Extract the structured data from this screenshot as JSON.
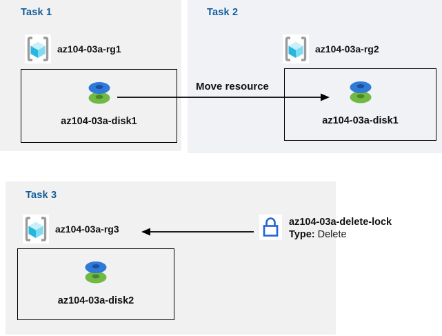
{
  "diagram": {
    "task1": {
      "title": "Task 1",
      "rg_label": "az104-03a-rg1",
      "disk_label": "az104-03a-disk1"
    },
    "task2": {
      "title": "Task 2",
      "rg_label": "az104-03a-rg2",
      "disk_label": "az104-03a-disk1"
    },
    "task3": {
      "title": "Task 3",
      "rg_label": "az104-03a-rg3",
      "disk_label": "az104-03a-disk2"
    },
    "move_arrow_label": "Move resource",
    "lock": {
      "name": "az104-03a-delete-lock",
      "type_label": "Type:",
      "type_value": "Delete"
    }
  },
  "icons": {
    "resource_group": "resource-group-icon (gray brackets with cyan cube)",
    "disk": "managed-disk-icon (blue disk stacked on green disk)",
    "lock": "lock-icon (blue outline padlock)",
    "move_arrow": "arrow-right",
    "lock_arrow": "arrow-left"
  },
  "colors": {
    "panel_gray": "#f1f1f1",
    "panel_task2_tint": "#f0f2f6",
    "title_blue": "#0f5c9c",
    "bracket_gray": "#9a9a9a",
    "cube_top": "#c9f0fa",
    "cube_left": "#29b6dd",
    "cube_right": "#7fdbf2",
    "disk_blue": "#2f7ad8",
    "disk_blue_hole": "#1c4f9c",
    "disk_green": "#71b945",
    "disk_green_hole": "#4a8526",
    "lock_blue": "#2064d4",
    "arrow_black": "#000000"
  }
}
